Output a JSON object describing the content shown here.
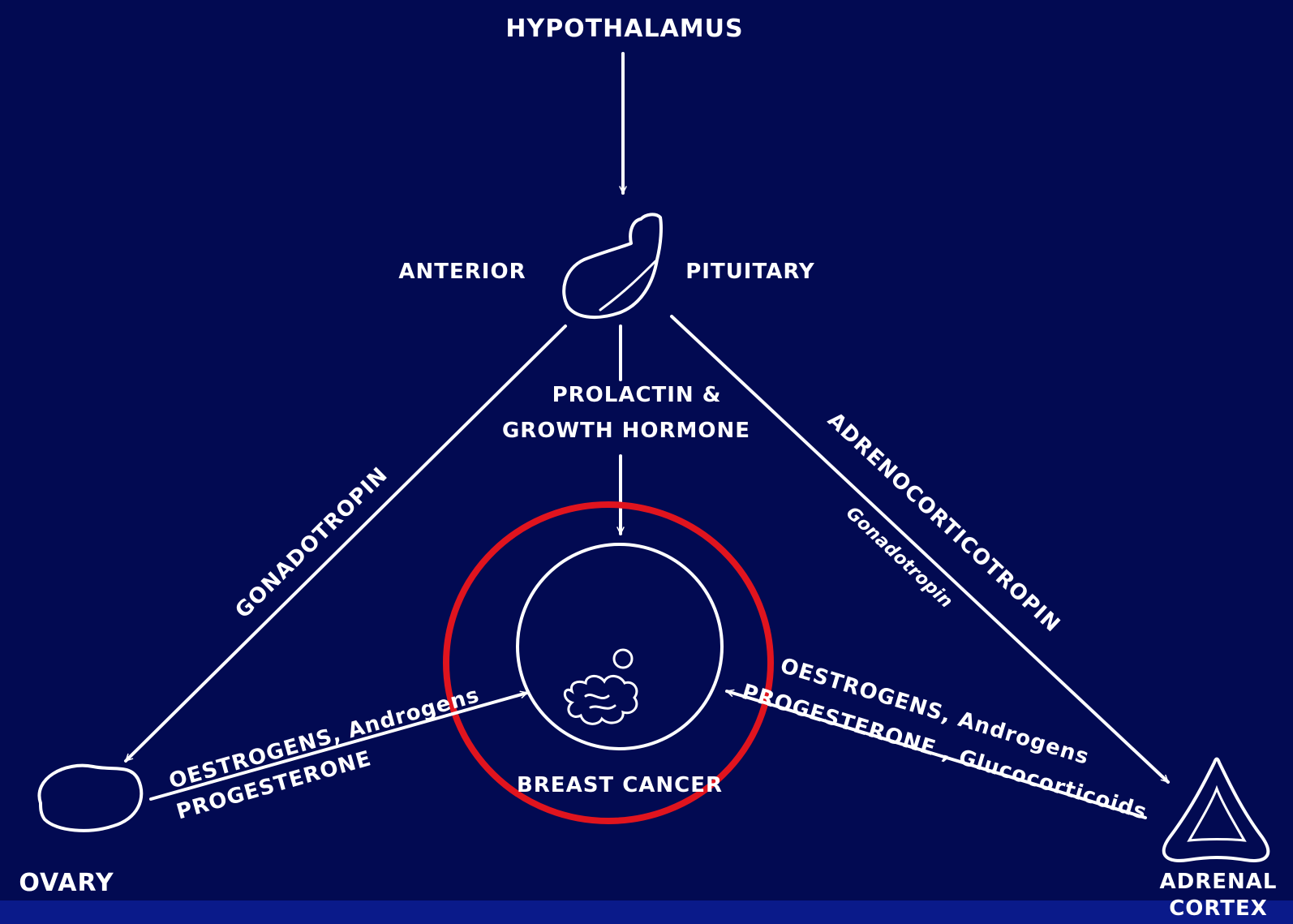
{
  "diagram": {
    "nodes": {
      "hypothalamus": "HYPOTHALAMUS",
      "anterior": "ANTERIOR",
      "pituitary": "PITUITARY",
      "breast_cancer": "BREAST CANCER",
      "ovary": "OVARY",
      "adrenal_line1": "ADRENAL",
      "adrenal_line2": "CORTEX"
    },
    "edges": {
      "prolactin_line1": "PROLACTIN &",
      "prolactin_line2": "GROWTH HORMONE",
      "gonadotropin": "GONADOTROPIN",
      "adrenocorticotropin": "ADRENOCORTICOTROPIN",
      "gonadotropin_small": "Gonadotropin",
      "ovary_hormones_line1": "OESTROGENS, Androgens",
      "ovary_hormones_line2": "PROGESTERONE",
      "adrenal_hormones_line1": "OESTROGENS, Androgens",
      "adrenal_hormones_line2": "PROGESTERONE , Glucocorticoids"
    },
    "colors": {
      "background": "#020a52",
      "lines": "#ffffff",
      "highlight_circle": "#e0141e"
    }
  }
}
